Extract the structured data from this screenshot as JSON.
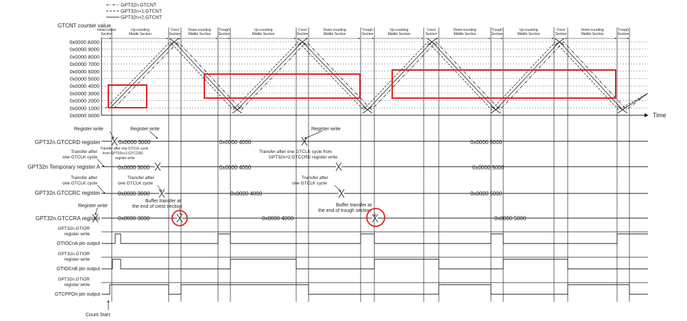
{
  "legend": [
    "GPT32n.GTCNT",
    "GPT32n+1.GTCNT",
    "GPT32n+2.GTCNT"
  ],
  "yaxis_title": "GTCNT counter value",
  "y_ticks": [
    "0x0000 A000",
    "0x0000 9000",
    "0x0000 8000",
    "0x0000 7000",
    "0x0000 6000",
    "0x0000 5000",
    "0x0000 4000",
    "0x0000 3000",
    "0x0000 2000",
    "0x0000 1000",
    "0x0000 0000"
  ],
  "time_label": "Time",
  "sections": [
    [
      "Initial output",
      "Section"
    ],
    [
      "Up-counting",
      "Middle Section"
    ],
    [
      "Crest",
      "Section"
    ],
    [
      "Down-counting",
      "Middle Section"
    ],
    [
      "Trough",
      "Section"
    ],
    [
      "Up-counting",
      "Middle Section"
    ],
    [
      "Crest",
      "Section"
    ],
    [
      "Down-counting",
      "Middle Section"
    ],
    [
      "Trough",
      "Section"
    ],
    [
      "Up-counting",
      "Middle Section"
    ],
    [
      "Crest",
      "Section"
    ],
    [
      "Down-counting",
      "Middle Section"
    ],
    [
      "Trough",
      "Section"
    ],
    [
      "Up-counting",
      "Middle Section"
    ],
    [
      "Crest",
      "Section"
    ],
    [
      "Down-counting",
      "Middle Section"
    ],
    [
      "Trough",
      "Section"
    ]
  ],
  "row_labels": {
    "gtccrd": "GPT32n.GTCCRD register",
    "tempa": "GPT32n Temporary register A",
    "gtccrc": "GPT32n.GTCCRC register",
    "gtccra": "GPT32n.GTCCRA register",
    "gtior_a": [
      "GPT32n.GTIOR",
      "register write"
    ],
    "gtiocna": "GTIOCnA pin output",
    "gtior_b": [
      "GPT32n.GTIOR",
      "register write"
    ],
    "gtiocnb": "GTIOCnB pin output",
    "gtior_c": [
      "GPT32n.GTIOR",
      "register write"
    ],
    "gtcppon": "GTCPPOn pin output"
  },
  "values": {
    "gtccrd": [
      "0x0000 3000",
      "0x0000 4000",
      "0x0000 5000"
    ],
    "tempa": [
      "0x0000 3000",
      "0x0000 4000",
      "0x0000 5000"
    ],
    "gtccrc": [
      "0x0000 3000",
      "0x0000 4000",
      "0x0000 5000"
    ],
    "gtccra": [
      "0x0000 3000",
      "0x0000 4000",
      "0x0000 5000"
    ]
  },
  "annotations": {
    "register_write_1": "Register write",
    "register_write_2": "Register write",
    "register_write_3": "Register write",
    "register_write_4": "Register write",
    "transfer_one_a": [
      "Transfer after",
      "one GTCLK cycle"
    ],
    "transfer_from_n2": [
      "Transfer after one GTCLK cycle",
      "from GPT32n+2.GTCCRD",
      "register write"
    ],
    "transfer_from_n2_b": [
      "Transfer after one GTCLK cycle from",
      "GPT32n+2.GTCCRD register write"
    ],
    "transfer_one_b": [
      "Transfer after",
      "one GTCLK cycle"
    ],
    "transfer_one_c": [
      "Transfer after",
      "one GTCLK cycle"
    ],
    "transfer_one_d": [
      "Transfer after",
      "one GTCLK cycle"
    ],
    "buffer_crest": [
      "Buffer transfer at",
      "the end of crest section"
    ],
    "buffer_trough": [
      "Buffer transfer at",
      "the end of trough section"
    ],
    "count_start": "Count Start"
  },
  "colors": {
    "line": "#222222",
    "dashed": "#555555",
    "highlight": "#e02020"
  }
}
